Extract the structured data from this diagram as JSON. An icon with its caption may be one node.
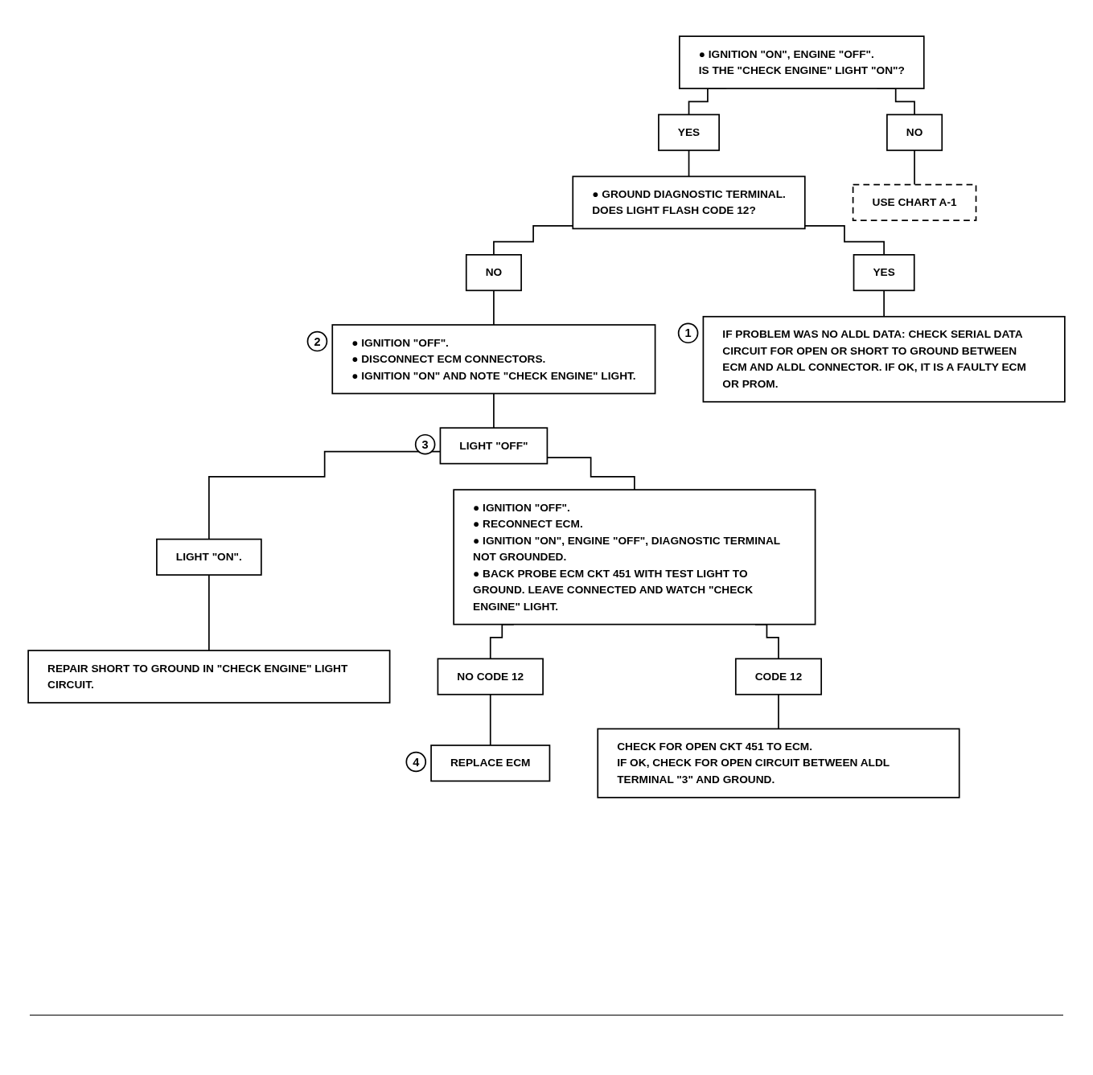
{
  "diagram": {
    "nodes": [
      {
        "text": [
          "● IGNITION \"ON\", ENGINE \"OFF\".",
          "IS THE \"CHECK ENGINE\" LIGHT \"ON\"?"
        ]
      },
      {
        "text": [
          "YES"
        ]
      },
      {
        "text": [
          "NO"
        ]
      },
      {
        "text": [
          "● GROUND DIAGNOSTIC TERMINAL.",
          "DOES LIGHT FLASH CODE 12?"
        ]
      },
      {
        "text": [
          "USE CHART A-1"
        ]
      },
      {
        "text": [
          "NO"
        ]
      },
      {
        "text": [
          "YES"
        ]
      },
      {
        "text": [
          "● IGNITION \"OFF\".",
          "● DISCONNECT ECM CONNECTORS.",
          "● IGNITION \"ON\" AND NOTE \"CHECK ENGINE\" LIGHT."
        ],
        "beside": [
          "2"
        ]
      },
      {
        "text": [
          "IF PROBLEM WAS NO ALDL DATA: CHECK SERIAL DATA CIRCUIT FOR OPEN OR SHORT TO GROUND BETWEEN ECM AND ALDL CONNECTOR. IF OK, IT IS A FAULTY ECM OR PROM."
        ],
        "beside": [
          "1"
        ]
      },
      {
        "text": [
          "LIGHT \"OFF\""
        ],
        "beside": [
          "3"
        ]
      },
      {
        "text": [
          "● IGNITION \"OFF\".",
          "● RECONNECT ECM.",
          "● IGNITION \"ON\", ENGINE \"OFF\", DIAGNOSTIC TERMINAL NOT GROUNDED.",
          "● BACK PROBE ECM CKT 451 WITH TEST LIGHT TO GROUND. LEAVE CONNECTED AND WATCH \"CHECK ENGINE\" LIGHT."
        ]
      },
      {
        "text": [
          "LIGHT \"ON\"."
        ]
      },
      {
        "text": [
          "REPAIR SHORT TO GROUND IN \"CHECK ENGINE\" LIGHT CIRCUIT."
        ]
      },
      {
        "text": [
          "NO CODE 12"
        ]
      },
      {
        "text": [
          "CODE 12"
        ]
      },
      {
        "text": [
          "REPLACE ECM"
        ],
        "beside": [
          "4"
        ]
      },
      {
        "text": [
          "CHECK FOR OPEN CKT 451 TO ECM.",
          "IF OK, CHECK FOR OPEN CIRCUIT BETWEEN ALDL TERMINAL \"3\" AND GROUND."
        ]
      }
    ],
    "edges": [
      {
        "from": 0,
        "to": 1,
        "arrow": "none"
      },
      {
        "from": 0,
        "to": 2,
        "arrow": "none"
      },
      {
        "from": 1,
        "to": 3,
        "arrow": "none"
      },
      {
        "from": 2,
        "to": 4,
        "arrow": "none"
      },
      {
        "from": 3,
        "to": 5,
        "arrow": "none"
      },
      {
        "from": 3,
        "to": 6,
        "arrow": "none"
      },
      {
        "from": 5,
        "to": 7,
        "arrow": "none"
      },
      {
        "from": 6,
        "to": 8,
        "arrow": "none"
      },
      {
        "from": 7,
        "to": 9,
        "arrow": "none"
      },
      {
        "from": 9,
        "to": 10,
        "arrow": "none"
      },
      {
        "from": 9,
        "to": 11,
        "arrow": "none"
      },
      {
        "from": 11,
        "to": 12,
        "arrow": "none"
      },
      {
        "from": 10,
        "to": 13,
        "arrow": "none"
      },
      {
        "from": 10,
        "to": 14,
        "arrow": "none"
      },
      {
        "from": 13,
        "to": 15,
        "arrow": "none"
      },
      {
        "from": 14,
        "to": 16,
        "arrow": "none"
      }
    ]
  }
}
